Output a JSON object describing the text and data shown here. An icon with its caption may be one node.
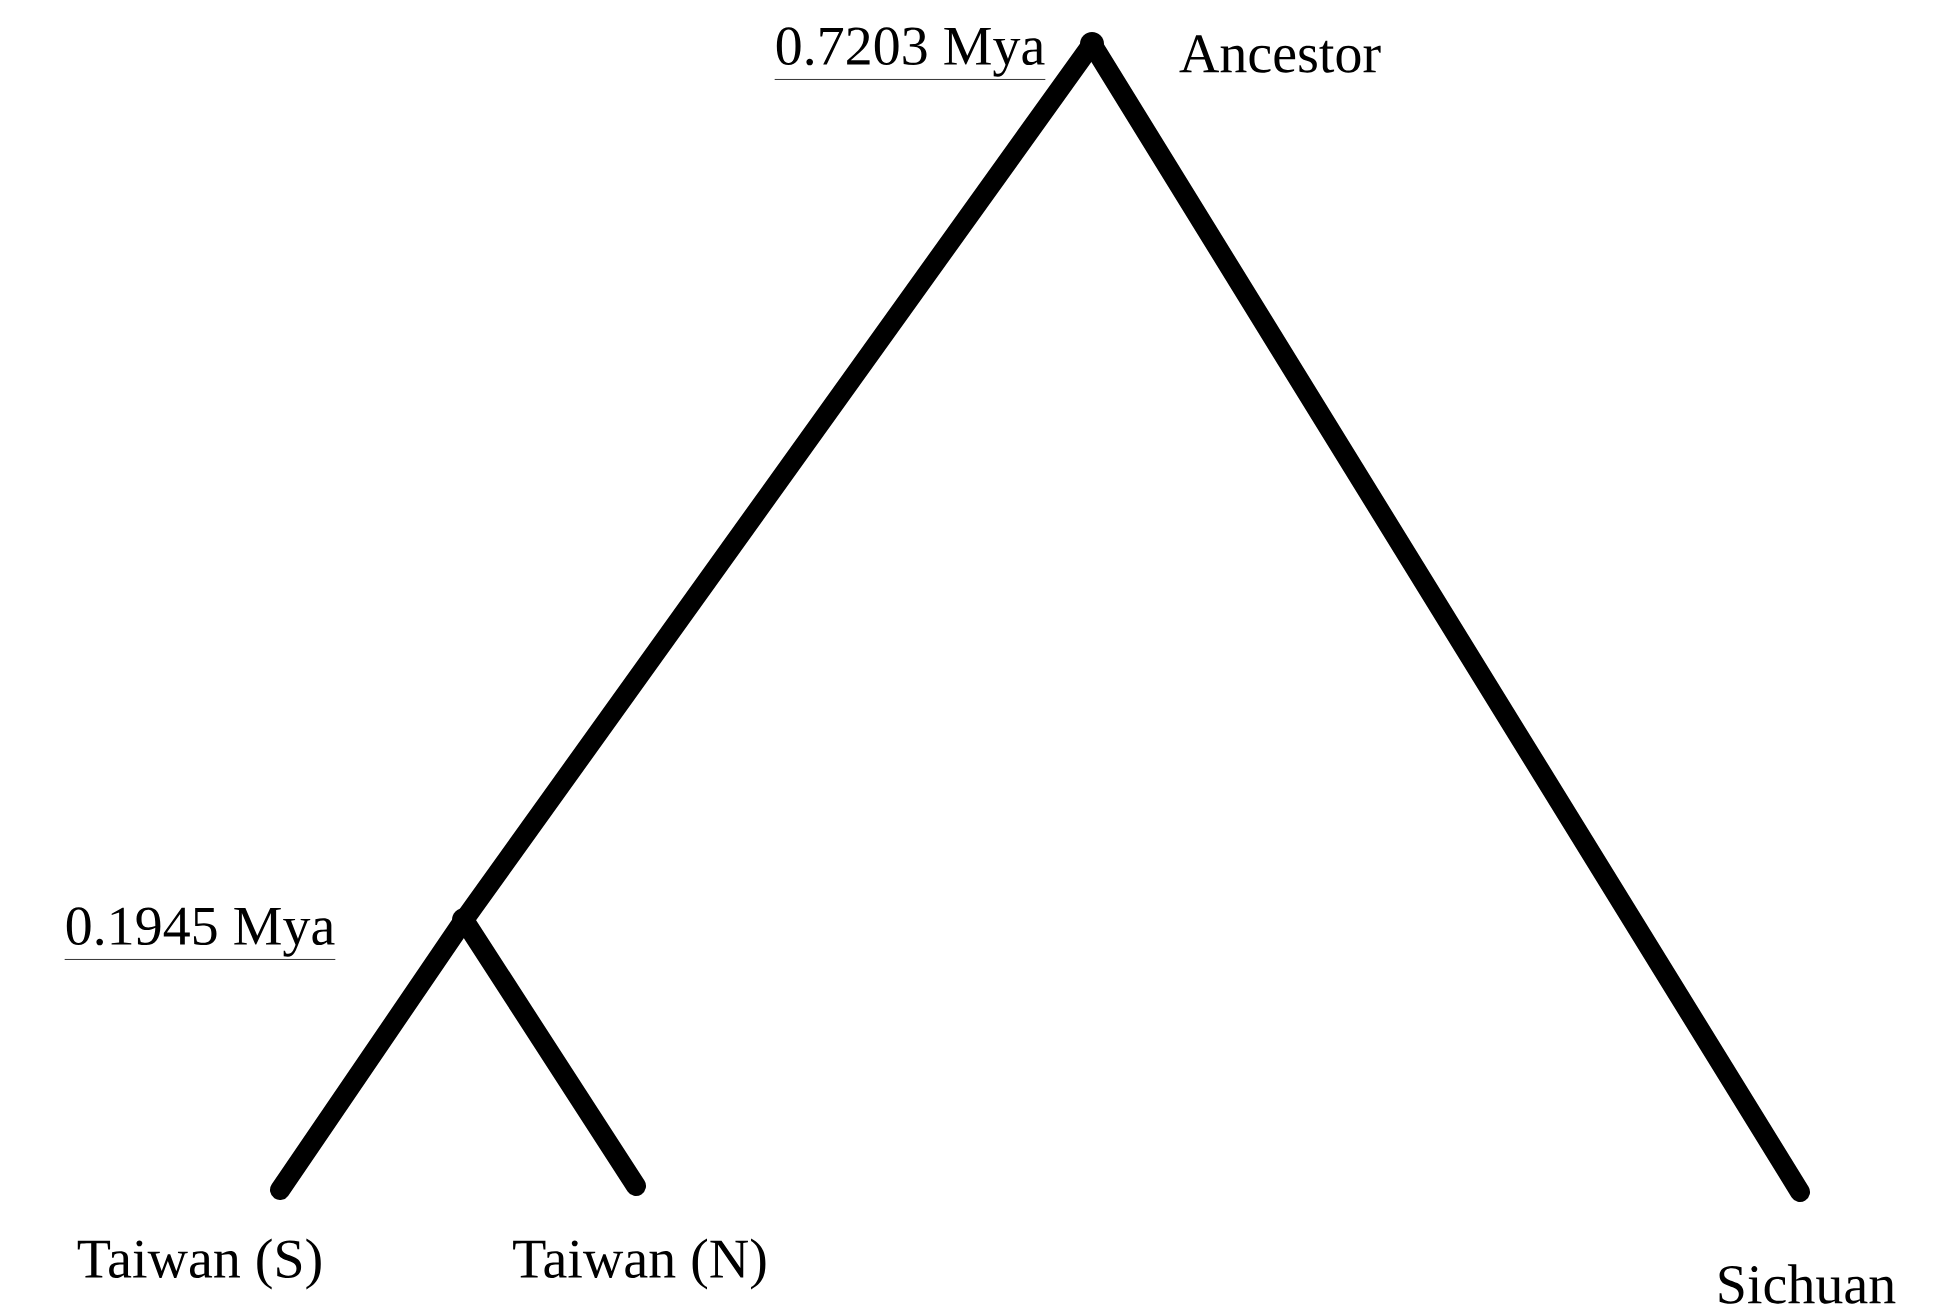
{
  "diagram": {
    "nodes": [
      {
        "text": [],
        "shape": "point",
        "beside": [
          "0.7203 Mya",
          "Ancestor"
        ]
      },
      {
        "text": [],
        "shape": "point",
        "beside": [
          "0.1945 Mya"
        ]
      },
      {
        "text": [
          "Taiwan (S)"
        ]
      },
      {
        "text": [
          "Taiwan (N)"
        ]
      },
      {
        "text": [
          "Sichuan"
        ]
      }
    ],
    "edges": [
      {
        "from": 0,
        "to": 1,
        "arrow": "none"
      },
      {
        "from": 1,
        "to": 2,
        "arrow": "none"
      },
      {
        "from": 1,
        "to": 3,
        "arrow": "none"
      },
      {
        "from": 0,
        "to": 4,
        "arrow": "none"
      }
    ]
  }
}
